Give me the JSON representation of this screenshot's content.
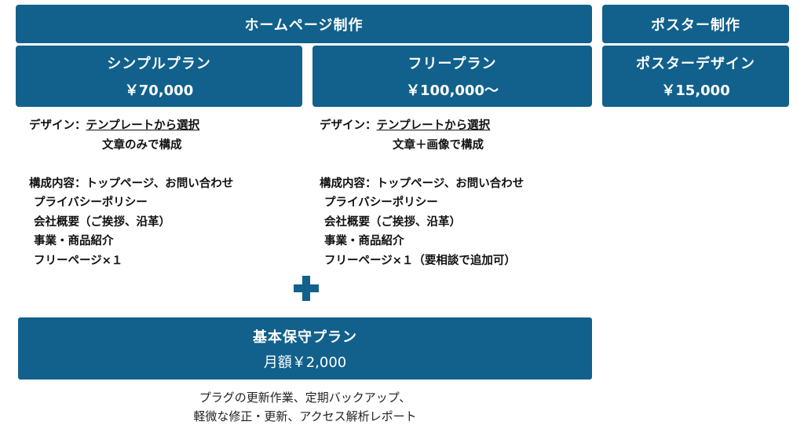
{
  "homepage_header": "ホームページ制作",
  "poster_header": "ポスター制作",
  "plans": [
    {
      "name": "シンプルプラン",
      "price": "￥70,000"
    },
    {
      "name": "フリープラン",
      "price": "￥100,000〜"
    },
    {
      "name": "ポスターデザイン",
      "price": "￥15,000"
    }
  ],
  "simple_details": {
    "design_label": "デザイン：",
    "design_value": "テンプレートから選択",
    "design_note": "文章のみで構成",
    "content_label": "構成内容：",
    "content_first": "トップページ、お問い合わせ",
    "items": [
      "プライバシーポリシー",
      "会社概要（ご挨拶、沿革）",
      "事業・商品紹介",
      "フリーページ×１"
    ]
  },
  "free_details": {
    "design_label": "デザイン：",
    "design_value": "テンプレートから選択",
    "design_note": "文章＋画像で構成",
    "content_label": "構成内容：",
    "content_first": "トップページ、お問い合わせ",
    "items": [
      "プライバシーポリシー",
      "会社概要（ご挨拶、沿革）",
      "事業・商品紹介",
      "フリーページ×１（要相談で追加可）"
    ]
  },
  "maintenance": {
    "name": "基本保守プラン",
    "price": "月額￥2,000",
    "notes": [
      "プラグの更新作業、定期バックアップ、",
      "軽微な修正・更新、アクセス解析レポート"
    ]
  },
  "colors": {
    "accent": "#11618c"
  }
}
